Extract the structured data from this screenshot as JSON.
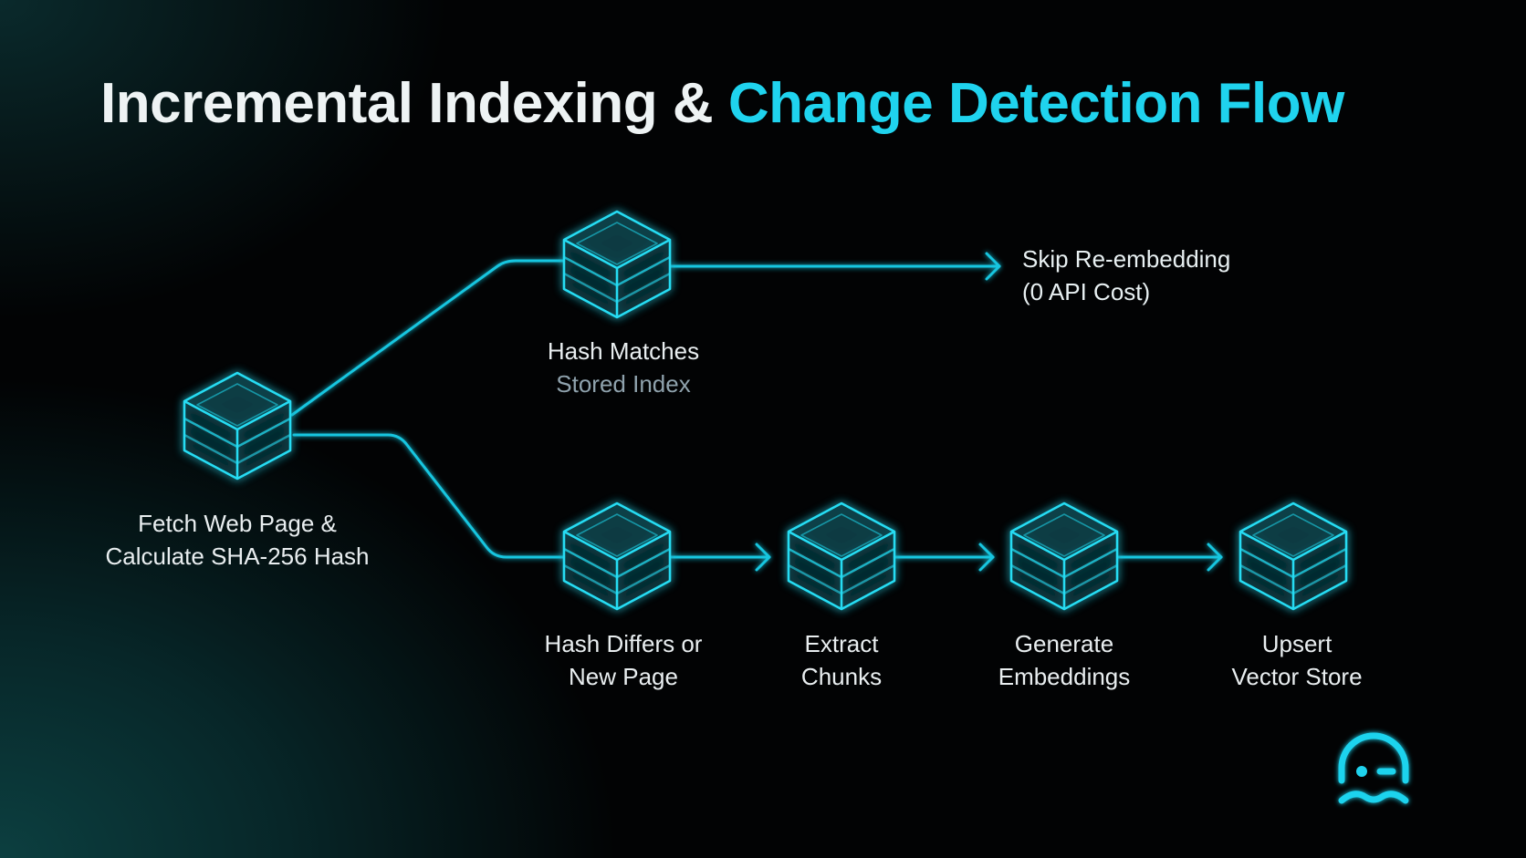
{
  "title": {
    "main": "Incremental Indexing & ",
    "accent": "Change Detection Flow"
  },
  "nodes": {
    "fetch": {
      "line1": "Fetch Web Page &",
      "line2": "Calculate SHA-256 Hash"
    },
    "hash_matches": {
      "line1": "Hash Matches",
      "line2": "Stored Index"
    },
    "skip": {
      "line1": "Skip Re-embedding",
      "line2": "(0 API Cost)"
    },
    "hash_differs": {
      "line1": "Hash Differs or",
      "line2": "New Page"
    },
    "extract": {
      "line1": "Extract",
      "line2": "Chunks"
    },
    "generate": {
      "line1": "Generate",
      "line2": "Embeddings"
    },
    "upsert": {
      "line1": "Upsert",
      "line2": "Vector Store"
    }
  },
  "colors": {
    "accent": "#1fd3ee",
    "line": "#19c6e0",
    "background": "#020304",
    "text": "#e9eef0",
    "muted_text": "#8fa2ad"
  },
  "icons": {
    "node": "cube-icon",
    "logo": "mascot-face-icon"
  }
}
